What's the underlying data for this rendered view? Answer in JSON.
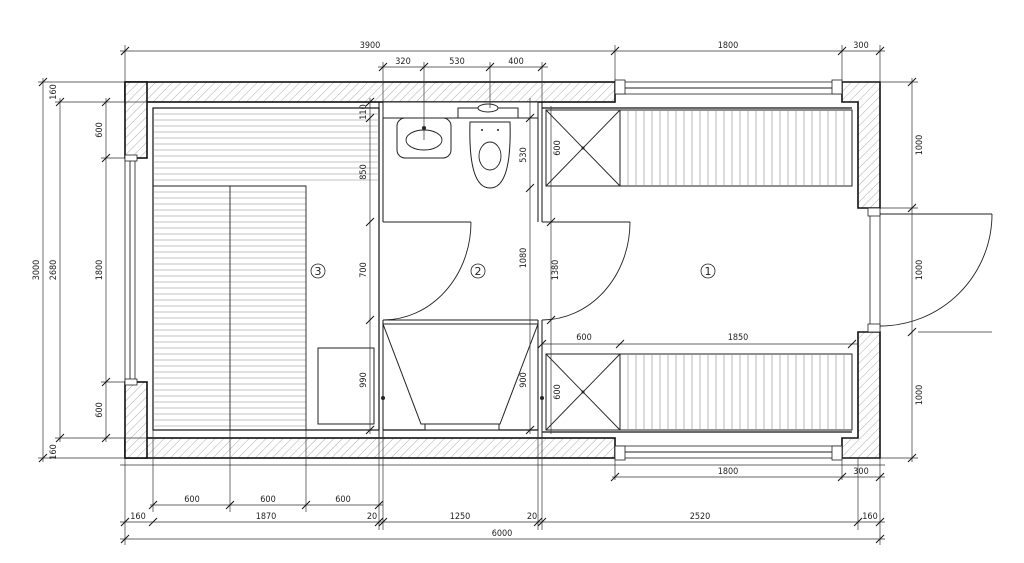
{
  "plan": {
    "rooms": [
      {
        "id": "room-1",
        "number": "1"
      },
      {
        "id": "room-2",
        "number": "2"
      },
      {
        "id": "room-3",
        "number": "3"
      }
    ],
    "dimensions": {
      "top_overall_left": "3900",
      "top_overall_right": "1800",
      "top_corner_right": "300",
      "top_fixture_a": "320",
      "top_fixture_b": "530",
      "top_fixture_c": "400",
      "bath_top_offset": "110",
      "bath_top_depth": "850",
      "bath_door": "700",
      "bath_lower": "990",
      "bath_height_mid": "1080",
      "right_door_1380": "1380",
      "wc_depth": "530",
      "shower_top": "600",
      "shower_bottom": "600",
      "shower_side_900": "900",
      "bench_width_600": "600",
      "bench_len_1850": "1850",
      "left_total_3000": "3000",
      "left_inner_2680": "2680",
      "left_top_160": "160",
      "left_bottom_160": "160",
      "left_win_top_600": "600",
      "left_win_1800": "1800",
      "left_win_bottom_600": "600",
      "right_top_1000": "1000",
      "right_mid_1000": "1000",
      "right_bottom_1000": "1000",
      "bottom_window_1800": "1800",
      "bottom_corner_300": "300",
      "bottom_seg_600_a": "600",
      "bottom_seg_600_b": "600",
      "bottom_seg_600_c": "600",
      "bottom_160_left": "160",
      "bottom_1870": "1870",
      "bottom_20_a": "20",
      "bottom_1250": "1250",
      "bottom_20_b": "20",
      "bottom_2520": "2520",
      "bottom_160_right": "160",
      "bottom_total_6000": "6000"
    },
    "colors": {
      "line": "#111111",
      "hatch": "#888888",
      "paper": "#ffffff"
    }
  }
}
